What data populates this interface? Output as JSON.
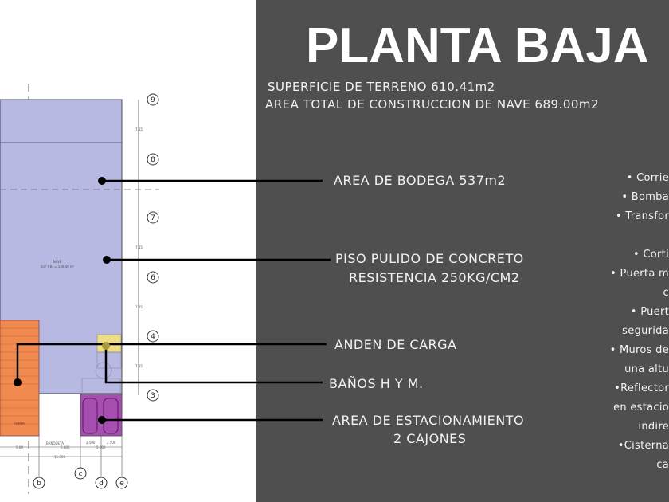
{
  "title": "PLANTA BAJA",
  "surface": "SUPERFICIE DE TERRENO 610.41m2",
  "construction": "AREA TOTAL DE CONSTRUCCION DE NAVE 689.00m2",
  "labels": {
    "bodega": "AREA DE BODEGA 537m2",
    "piso1": "PISO PULIDO DE CONCRETO",
    "piso2": "RESISTENCIA 250KG/CM2",
    "anden": "ANDEN DE CARGA",
    "banos": "BAÑOS H Y M.",
    "estac1": "AREA DE ESTACIONAMIENTO",
    "estac2": "2 CAJONES"
  },
  "bullets": [
    "• Corrie",
    "• Bomba",
    "• Transfor",
    "• Corti",
    "• Puerta m",
    "c",
    "• Puert",
    "segurida",
    "• Muros de",
    "una altu",
    "•Reflector",
    "en estacio",
    "indire",
    "•Cisterna",
    "ca"
  ],
  "plan": {
    "grid_rows": [
      "9",
      "8",
      "7",
      "6",
      "4",
      "3"
    ],
    "grid_cols": [
      "b",
      "c",
      "d",
      "e"
    ],
    "nave": "NAVE",
    "nave_sup": "SUP P.B. = 536.40 m²",
    "rampa": "RAMPA",
    "banqueta": "BANQUETA",
    "dims": [
      "7.15",
      "7.15",
      "7.15",
      "7.15",
      "5.00",
      "5.000",
      "2.500",
      "2.500",
      "5.000",
      "15.000"
    ]
  },
  "colors": {
    "bg": "#4f4f4f",
    "nave": "#b8b9e3",
    "rampa": "#f08a4f",
    "parking": "#a64fb0",
    "bath": "#eedd88"
  }
}
